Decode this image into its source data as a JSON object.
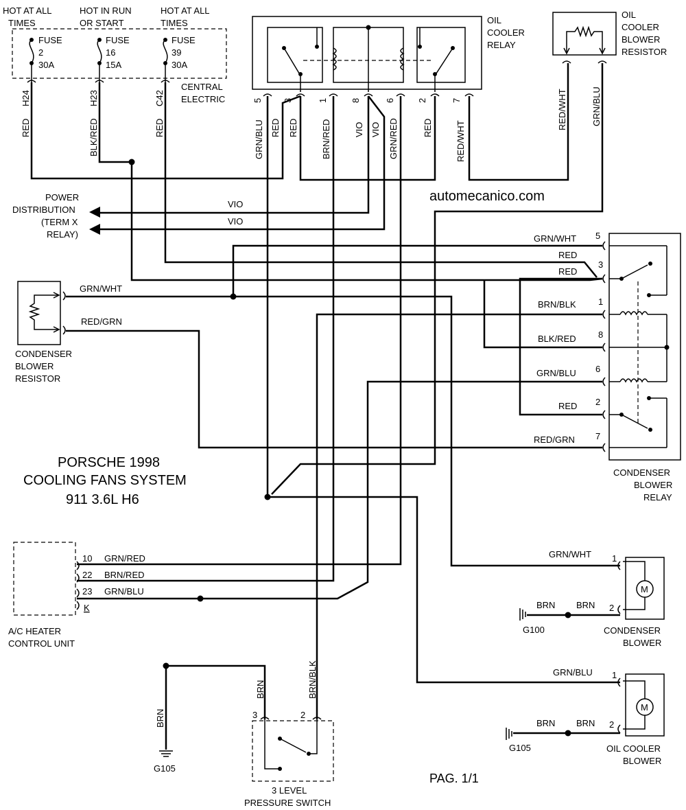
{
  "title": {
    "line1": "PORSCHE 1998",
    "line2": "COOLING FANS SYSTEM",
    "line3": "911 3.6L H6"
  },
  "watermark": "automecanico.com",
  "page": "PAG. 1/1",
  "fuse_box": {
    "label1": "CENTRAL",
    "label2": "ELECTRIC",
    "feeds": [
      {
        "hdr1": "HOT AT ALL",
        "hdr2": "TIMES",
        "fuse": "FUSE",
        "num": "2",
        "amp": "30A",
        "pin": "H24",
        "wire": "RED"
      },
      {
        "hdr1": "HOT IN RUN",
        "hdr2": "OR START",
        "fuse": "FUSE",
        "num": "16",
        "amp": "15A",
        "pin": "H23",
        "wire": "BLK/RED"
      },
      {
        "hdr1": "HOT AT ALL",
        "hdr2": "TIMES",
        "fuse": "FUSE",
        "num": "39",
        "amp": "30A",
        "pin": "C42",
        "wire": "RED"
      }
    ]
  },
  "oil_cooler_relay": {
    "l1": "OIL",
    "l2": "COOLER",
    "l3": "RELAY",
    "pins": [
      "5",
      "3",
      "1",
      "8",
      "6",
      "2",
      "7"
    ],
    "wires": [
      "GRN/BLU",
      "RED",
      "RED",
      "BRN/RED",
      "VIO",
      "VIO",
      "GRN/RED",
      "RED",
      "RED/WHT"
    ]
  },
  "oil_cooler_resistor": {
    "l1": "OIL",
    "l2": "COOLER",
    "l3": "BLOWER",
    "l4": "RESISTOR",
    "wires": [
      "RED/WHT",
      "GRN/BLU"
    ]
  },
  "power_distribution": {
    "l1": "POWER",
    "l2": "DISTRIBUTION",
    "l3": "(TERM X",
    "l4": "RELAY)",
    "wires": [
      "VIO",
      "VIO"
    ]
  },
  "condenser_resistor": {
    "l1": "CONDENSER",
    "l2": "BLOWER",
    "l3": "RESISTOR",
    "wires": [
      "GRN/WHT",
      "RED/GRN"
    ]
  },
  "condenser_relay": {
    "l1": "CONDENSER",
    "l2": "BLOWER",
    "l3": "RELAY",
    "pins": [
      "5",
      "3",
      "1",
      "8",
      "6",
      "2",
      "7"
    ],
    "wires": [
      "GRN/WHT",
      "RED",
      "RED",
      "BRN/BLK",
      "BLK/RED",
      "GRN/BLU",
      "RED",
      "RED/GRN"
    ]
  },
  "ac_unit": {
    "l1": "A/C HEATER",
    "l2": "CONTROL UNIT",
    "pins": [
      "10",
      "22",
      "23",
      "K"
    ],
    "wires": [
      "GRN/RED",
      "BRN/RED",
      "GRN/BLU"
    ]
  },
  "condenser_blower": {
    "l1": "CONDENSER",
    "l2": "BLOWER",
    "pins": [
      "1",
      "2"
    ],
    "wires": [
      "GRN/WHT",
      "BRN",
      "BRN"
    ],
    "ground": "G100",
    "motor": "M"
  },
  "oil_blower": {
    "l1": "OIL COOLER",
    "l2": "BLOWER",
    "pins": [
      "1",
      "2"
    ],
    "wires": [
      "GRN/BLU",
      "BRN",
      "BRN"
    ],
    "ground": "G105",
    "motor": "M"
  },
  "pressure_switch": {
    "l1": "3 LEVEL",
    "l2": "PRESSURE SWITCH",
    "pins": [
      "3",
      "2"
    ],
    "wires": [
      "BRN",
      "BRN/BLK"
    ]
  },
  "ground_left": {
    "wire": "BRN",
    "label": "G105"
  }
}
